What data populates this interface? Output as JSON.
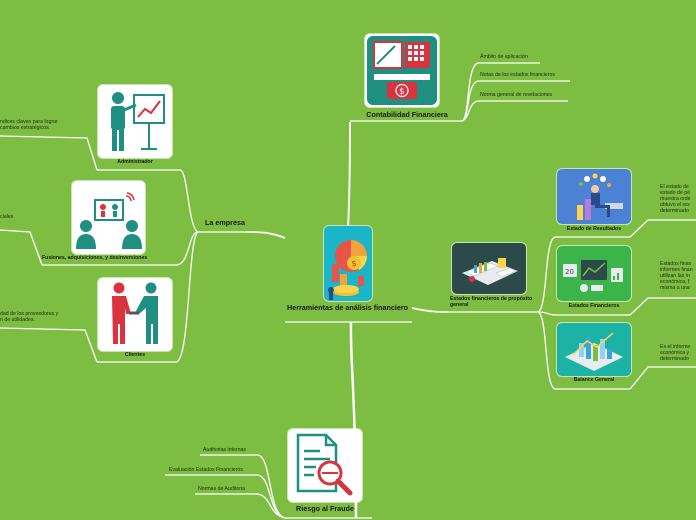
{
  "colors": {
    "background": "#7cbd42",
    "line": "#ffffff",
    "teal": "#1f8f82",
    "red": "#d9333f"
  },
  "center": {
    "title": "Herramientas de análisis financiero"
  },
  "contabilidad": {
    "title": "Contabilidad Financiera",
    "items": [
      "Ámbito de aplicación",
      "Notas de los estados financieros",
      "Norma general de revelaciones"
    ]
  },
  "empresa": {
    "title": "La empresa",
    "administrador": {
      "title": "Administrador",
      "note": "ndices claves para lograr\ncambios estratégicos"
    },
    "fusiones": {
      "title": "Fusiones, adquisiciones, y desinversiones",
      "note": "ciales"
    },
    "clientes": {
      "title": "Clientes",
      "note": "dad de los proveedores y\nn de utilidades."
    }
  },
  "estados": {
    "title": "Estados financieros de propósito general",
    "resultados": {
      "title": "Estado de Resultados",
      "note": "El estado de\nestado de pé\nmuestra orde\nobtuvo el res\ndeterminado"
    },
    "financieros": {
      "title": "Estados Financieros",
      "note": "Estados finan\ninformes finan\nutilizan las in\neconómica, f\nmisma a una"
    },
    "balance": {
      "title": "Balance General",
      "note": "Es el informe\neconómica y\ndeterminado"
    }
  },
  "fraude": {
    "title": "Riesgo al Fraude",
    "items": [
      "Auditorias internas",
      "Evaluación Estados Financieros",
      "Normas de Auditoria"
    ]
  }
}
